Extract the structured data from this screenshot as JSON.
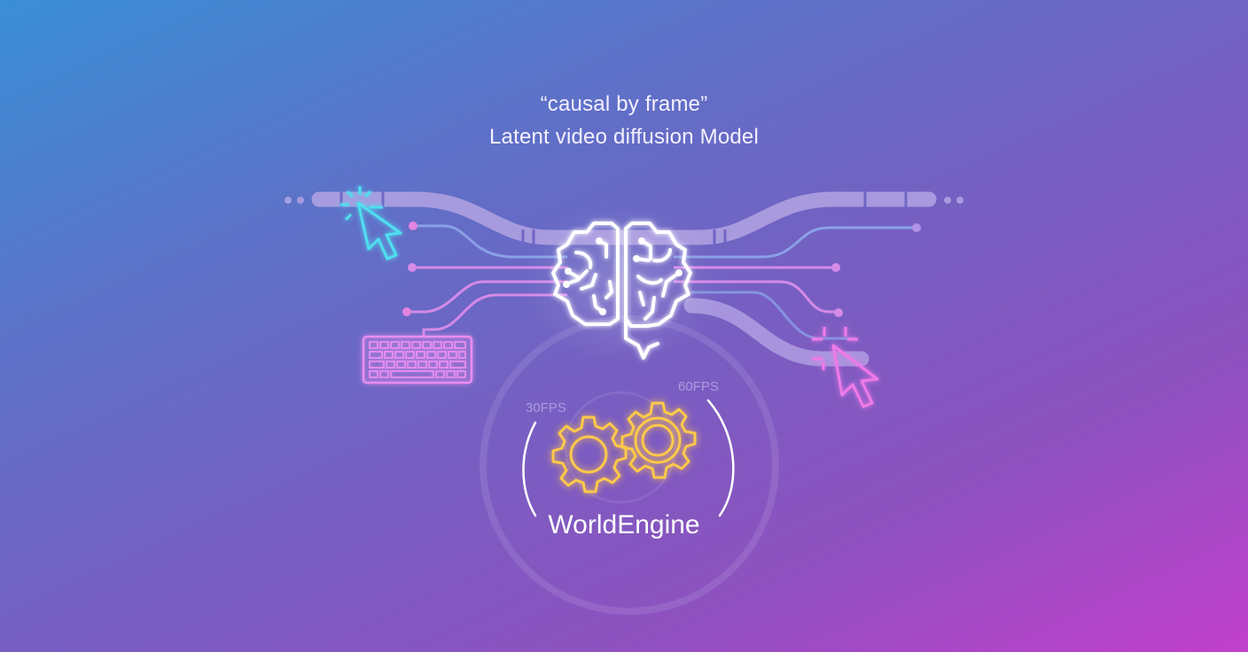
{
  "header": {
    "line1": "“causal by frame”",
    "line2": "Latent video diffusion Model"
  },
  "diagram": {
    "center_icon": "brain-icon",
    "inputs": [
      {
        "name": "mouse-input",
        "icon": "cursor-click-icon",
        "color": "#4fe0f0"
      },
      {
        "name": "keyboard-input",
        "icon": "keyboard-icon",
        "color": "#e98ef0"
      }
    ],
    "output": {
      "name": "mouse-output",
      "icon": "cursor-click-icon",
      "color": "#f07ae8"
    },
    "engine": {
      "label": "WorldEngine",
      "icon": "gears-icon",
      "gear_color": "#ffc94a",
      "fps_low": "30FPS",
      "fps_high": "60FPS"
    }
  },
  "colors": {
    "gradient_start": "#3a8fd6",
    "gradient_end": "#c13fcc",
    "track": "#b3a3e3",
    "wire_blue": "#8aa0e6",
    "wire_pink": "#d58ae8"
  }
}
